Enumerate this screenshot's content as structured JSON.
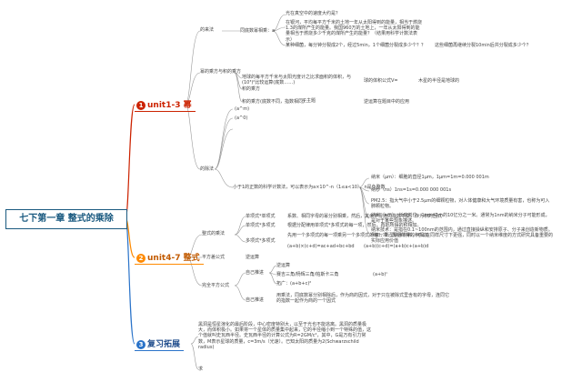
{
  "root": {
    "title": "七下第一章 整式的乘除"
  },
  "branches": [
    {
      "num": "1",
      "label": "unit1-3 幂"
    },
    {
      "num": "2",
      "label": "unit4-7 整式"
    },
    {
      "num": "3",
      "label": "复习拓展"
    }
  ],
  "unit13": {
    "tongdi": "同底数幂相乘：a",
    "de_lai": "的来法",
    "q1": "光在真空中的速度大约是？",
    "q2": "在银河，平均每平方千米的土地一年从太阳得到的能量，相当于燃烧1.3的煤所产生的能量。我国960万的土地上，一年从太阳得到的能量相当于燃烧多少千克的煤所产生的能量？（结果用科学计数法表示）",
    "q3": "某种细菌，每分钟分裂成2个，经过5min，1个细菌分裂成多少个？？",
    "q3_ans": "这些细菌再继续分裂10min后共分裂成多少个？",
    "mi_group": "幂的乘方与积的乘方",
    "mi_q": "地球的每平方千米与太阳光度计之比求面积的体积，与(10³)²比较运算(底数……)",
    "mi_q2": "球的体积公式V=",
    "mi_q3": "木星的半径是地球的",
    "ji_cheng": "积的乘方",
    "zi_zhu": "子主题",
    "ji_rule": "积的乘方(底数不同，指数相同)：",
    "ni_yun": "逆运算在题目中的应用",
    "chu_fa": "的除法",
    "mn": "(a^m)",
    "a0": "(a^0)",
    "sci": "小于1的正数的科学计数法，可以表示为a×10^-n（1≤a<10），n是负整数",
    "units": [
      "纳米（μm）：细胞的直径1μm，1μm=1m=0.000 001m",
      "纳秒（ns）1ns=1s=0.000 000 001s",
      "PM2.5：指大气中小于2.5μm的细颗粒物，对人体健康和大气环境质量有害，也称为可入肺颗粒物。",
      "纳米（nm）：长度单位，1nm=1m的10亿分之一米。通常为1nm的纳米分子可能形成，是对于某些现象描述。",
      "纳米技术：是指在0.1~100nm的范围内，通过直接操纵和安排原子、分子来创造新物质。例如，新型纳米材料，可以在同样尺寸下更强，同时以一个纳米维度的方式研究具备重要的实际应用价值"
    ]
  },
  "unit47": {
    "mul": "整式的乘法",
    "m1": "单项式*单项式",
    "m1d": "系数、相同字母的幂分别相乘，然后，其余字母连同指数不变，作为积的因式",
    "m2": "单项式*多项式",
    "m2d": "根据分配律用单项式*多项式的每一项，然后，再把所得的积相加。",
    "m3": "多项式*多项式",
    "m3d": "先用一个多项式的每一项乘另一个多项式的每一项，再把所得的积相加",
    "m3f": "(a+b)×(c+d)=ac+ad+bc+bd",
    "m3f2": "(a+b)(c+d)=(a+b)c+(a+b)d",
    "sq": "平方差公式",
    "sq_inv": "逆运算",
    "comp": "完全平方公式",
    "c1": "自己推进",
    "c1a": "逆运算",
    "c1b": "赛吉三角/杨辉三角/帕斯卡三角",
    "c1c": "(a+b)ⁿ",
    "c1d": "拓广：(a+b+c)²",
    "c2": "自己推进",
    "c2d": "用乘法，同底数幂分别相除后，作为商的因式，对于只在被除式里含有的字母，连同它的指数一起作为商的一个因式"
  },
  "review": {
    "text": "黑洞是恒星演化的最后阶段，中心密度特别大，以至于光也不能逃离。黑洞的质量极大，而体积极小。如果将一个星体的质量集中起来，它的半径缩小到一个特殊的值，这个值就叫史瓦西半径。史瓦西半径的计算公式为R=2GM/c²，其中，G是万有引力常数，M表示星球的质量，c=3m/s（光速）。已知太阳的质量为2(Schwarzschild radius)",
    "extra": "求"
  }
}
